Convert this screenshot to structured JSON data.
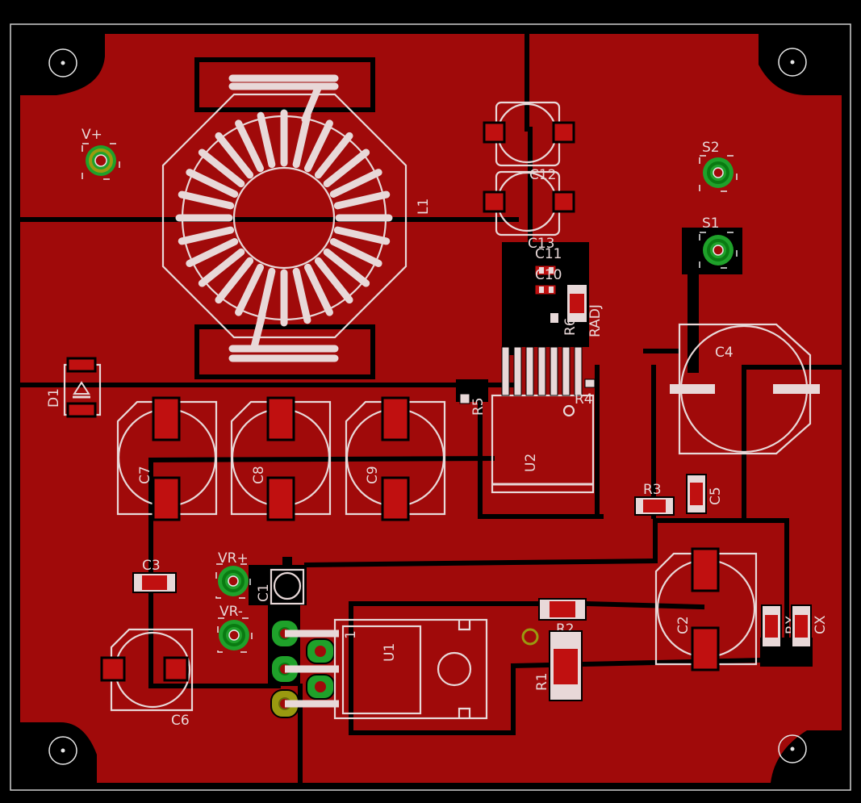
{
  "colors": {
    "background": "#000000",
    "copper": "#a00a0a",
    "pad": "#c01010",
    "silkscreen": "#e8d8d8",
    "via_green": "#1fa12a",
    "via_yellow": "#9a9a10",
    "outline": "#cfcfcf"
  },
  "labels": {
    "v_plus": "V+",
    "l1": "L1",
    "s2": "S2",
    "s1": "S1",
    "c12": "C12",
    "c13": "C13",
    "c11": "C11",
    "c10": "C10",
    "r6": "R6",
    "radj": "RADJ",
    "c4": "C4",
    "d1": "D1",
    "r5": "R5",
    "r4": "R4",
    "u2": "U2",
    "c7": "C7",
    "c8": "C8",
    "c9": "C9",
    "r3": "R3",
    "c5": "C5",
    "c3": "C3",
    "vr_plus": "VR+",
    "vr_minus": "VR-",
    "c1": "C1",
    "u1": "U1",
    "pin1": "1",
    "r2": "R2",
    "c2": "C2",
    "rx": "RX",
    "cx": "CX",
    "r1": "R1",
    "c6": "C6"
  }
}
